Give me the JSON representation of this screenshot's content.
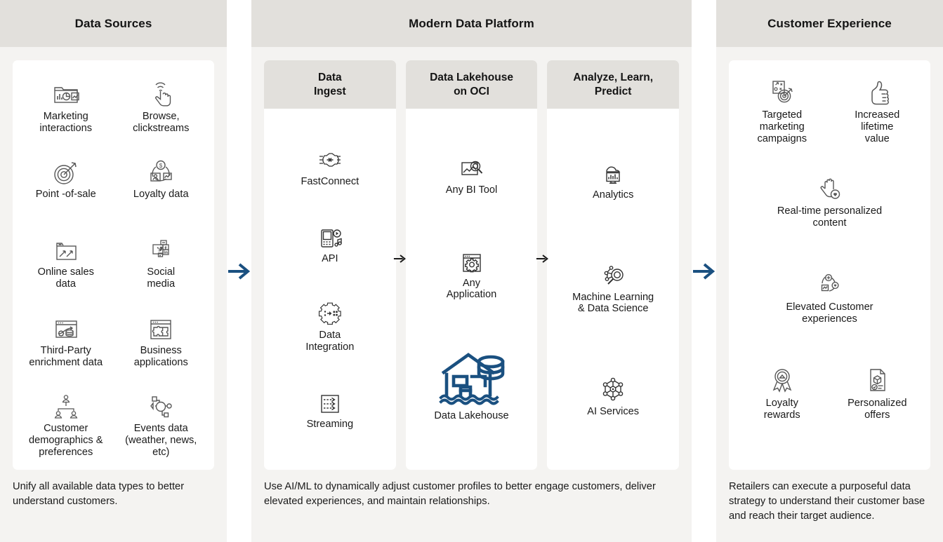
{
  "colors": {
    "accent_blue": "#1a5080",
    "header_band": "#e2e0dc",
    "panel_bg": "#f4f3f1",
    "card_bg": "#ffffff",
    "icon_gray": "#575757",
    "text": "#1a1a1a"
  },
  "columns": {
    "sources": {
      "title": "Data Sources",
      "footer": "Unify all available data types to better understand customers.",
      "items": [
        {
          "icon": "marketing-chart-icon",
          "label": "Marketing\ninteractions"
        },
        {
          "icon": "hand-touch-icon",
          "label": "Browse,\nclickstreams"
        },
        {
          "icon": "target-arrow-icon",
          "label": "Point -of-sale"
        },
        {
          "icon": "loyalty-cycle-icon",
          "label": "Loyalty data"
        },
        {
          "icon": "growth-chart-icon",
          "label": "Online sales\ndata"
        },
        {
          "icon": "social-media-icon",
          "label": "Social\nmedia"
        },
        {
          "icon": "third-party-data-icon",
          "label": "Third-Party\nenrichment data"
        },
        {
          "icon": "puzzle-window-icon",
          "label": "Business\napplications"
        },
        {
          "icon": "org-people-icon",
          "label": "Customer\ndemographics &\npreferences"
        },
        {
          "icon": "events-network-icon",
          "label": "Events data\n(weather, news,\netc)"
        }
      ]
    },
    "platform": {
      "title": "Modern Data Platform",
      "footer": "Use AI/ML to dynamically adjust customer profiles to better engage customers, deliver elevated experiences, and maintain relationships.",
      "subpanels": [
        {
          "title": "Data\nIngest",
          "items": [
            {
              "icon": "fastconnect-icon",
              "label": "FastConnect"
            },
            {
              "icon": "api-device-icon",
              "label": "API"
            },
            {
              "icon": "gear-data-icon",
              "label": "Data\nIntegration"
            },
            {
              "icon": "streaming-icon",
              "label": "Streaming"
            }
          ]
        },
        {
          "title": "Data Lakehouse\non OCI",
          "items": [
            {
              "icon": "bi-tool-icon",
              "label": "Any BI Tool"
            },
            {
              "icon": "app-gear-window-icon",
              "label": "Any\nApplication"
            },
            {
              "icon": "data-lakehouse-icon",
              "label": "Data Lakehouse"
            }
          ]
        },
        {
          "title": "Analyze, Learn,\nPredict",
          "items": [
            {
              "icon": "analytics-cloud-icon",
              "label": "Analytics"
            },
            {
              "icon": "ml-magnifier-icon",
              "label": "Machine Learning\n& Data Science"
            },
            {
              "icon": "ai-services-icon",
              "label": "AI Services"
            }
          ]
        }
      ]
    },
    "cx": {
      "title": "Customer Experience",
      "footer": "Retailers can execute a purposeful data strategy to understand their customer base and reach their target audience.",
      "rows": [
        [
          {
            "icon": "targeted-marketing-icon",
            "label": "Targeted\nmarketing\ncampaigns"
          },
          {
            "icon": "thumbs-up-icon",
            "label": "Increased\nlifetime\nvalue"
          }
        ],
        [
          {
            "icon": "hand-heart-icon",
            "label": "Real-time personalized\ncontent"
          }
        ],
        [
          {
            "icon": "elevated-cycle-icon",
            "label": "Elevated Customer\nexperiences"
          }
        ],
        [
          {
            "icon": "loyalty-ribbon-icon",
            "label": "Loyalty\nrewards"
          },
          {
            "icon": "personalized-offer-icon",
            "label": "Personalized\noffers"
          }
        ]
      ]
    }
  },
  "arrows": {
    "main": [
      "flow-arrow-sources-to-platform",
      "flow-arrow-platform-to-cx"
    ],
    "inner": [
      "flow-arrow-ingest-to-lakehouse",
      "flow-arrow-lakehouse-to-analyze"
    ]
  }
}
